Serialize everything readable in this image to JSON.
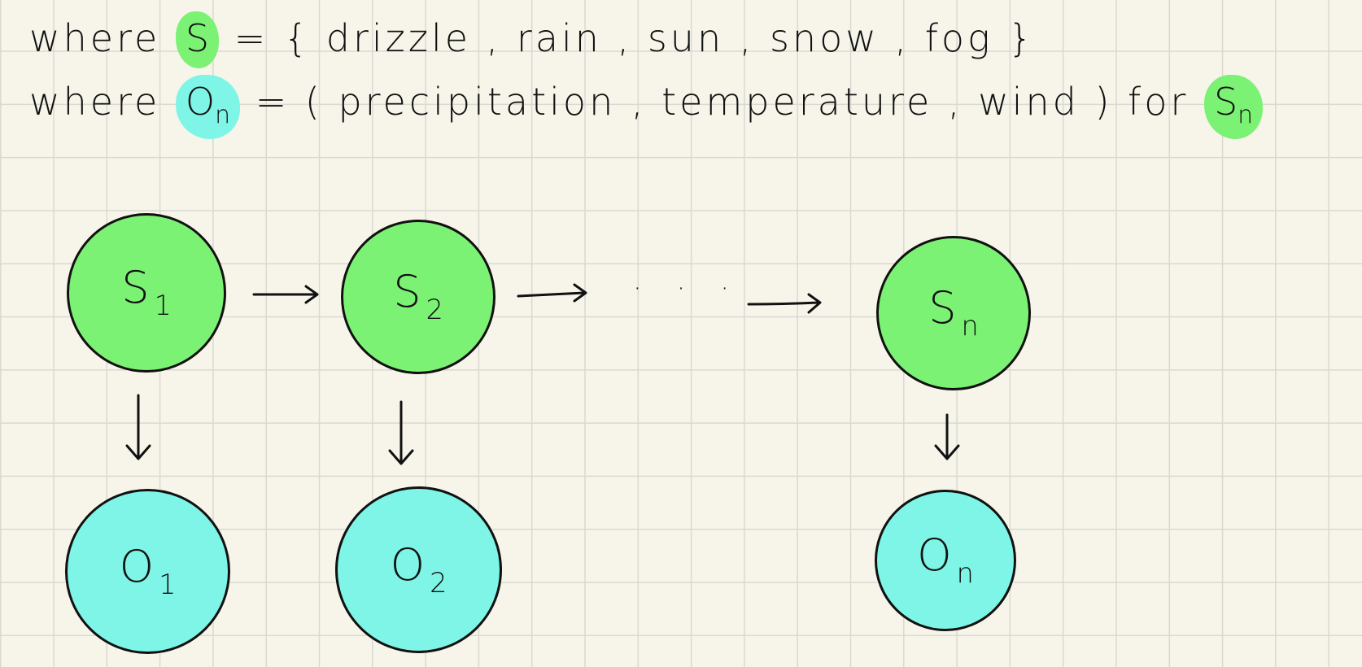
{
  "definitions": {
    "line1": {
      "prefix": "where",
      "variable": "S",
      "equals": "=",
      "set_text": "{ drizzle , rain , sun , snow , fog }"
    },
    "line2": {
      "prefix": "where",
      "variable": "O",
      "variable_sub": "n",
      "equals": "=",
      "tuple_text": "( precipitation , temperature , wind ) for",
      "for_variable": "S",
      "for_variable_sub": "n"
    }
  },
  "diagram": {
    "states": [
      {
        "base": "S",
        "sub": "1"
      },
      {
        "base": "S",
        "sub": "2"
      },
      {
        "base": "S",
        "sub": "n"
      }
    ],
    "observations": [
      {
        "base": "O",
        "sub": "1"
      },
      {
        "base": "O",
        "sub": "2"
      },
      {
        "base": "O",
        "sub": "n"
      }
    ],
    "ellipsis": "· · ·"
  },
  "colors": {
    "state_fill": "#7cf275",
    "observation_fill": "#7ef5e6",
    "ink": "#111111",
    "paper": "#f7f5ea",
    "grid": "#d9d9d2"
  }
}
